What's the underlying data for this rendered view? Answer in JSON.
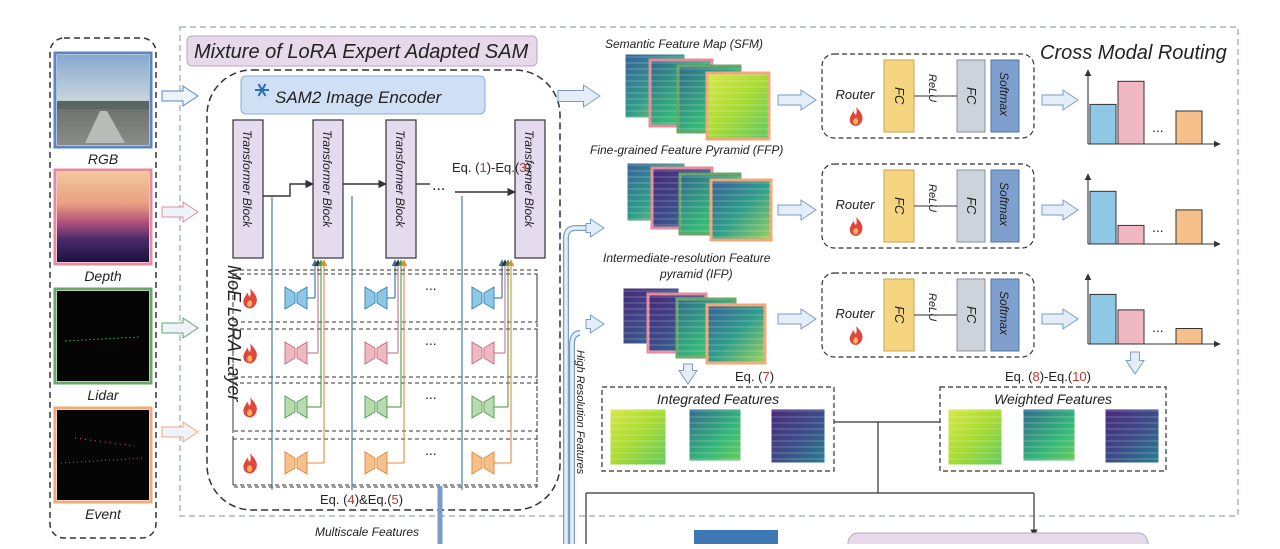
{
  "title": "Mixture of LoRA Expert Adapted SAM",
  "routing_title": "Cross Modal Routing",
  "encoder_label": "SAM2 Image Encoder",
  "moe_layer_label": "MoE LoRA Layer",
  "block_label": "Transformer Block",
  "dots": "...",
  "eq_encoder": {
    "pre": "Eq. (",
    "n1": "1",
    "mid": ")-Eq.(",
    "n2": "3",
    "post": ")"
  },
  "eq_lora": {
    "pre": "Eq. (",
    "n1": "4",
    "mid": ")&Eq.(",
    "n2": "5",
    "post": ")"
  },
  "eq_integrated": {
    "pre": "Eq. (",
    "n1": "7",
    "post": ")"
  },
  "eq_weighted": {
    "pre": "Eq. (",
    "n1": "8",
    "mid": ")-Eq.(",
    "n2": "10",
    "post": ")"
  },
  "modalities": [
    {
      "label": "RGB",
      "color": "#5b85c4"
    },
    {
      "label": "Depth",
      "color": "#e48c9d"
    },
    {
      "label": "Lidar",
      "color": "#6aa66a"
    },
    {
      "label": "Event",
      "color": "#f0a878"
    }
  ],
  "features": {
    "sfm": "Semantic Feature Map (SFM)",
    "ffp": "Fine-grained Feature Pyramid (FFP)",
    "ifp_line1": "Intermediate-resolution Feature",
    "ifp_line2": "pyramid (IFP)"
  },
  "router": {
    "label": "Router",
    "fc": "FC",
    "relu": "ReLU",
    "softmax": "Softmax"
  },
  "integrated_features": "Integrated Features",
  "weighted_features": "Weighted Features",
  "high_res_features": "High Resolution Features",
  "multiscale_features": "Multiscale Features",
  "routing_weights": [
    [
      0.6,
      0.95,
      0.5
    ],
    [
      0.85,
      0.3,
      0.55
    ],
    [
      0.8,
      0.55,
      0.25
    ]
  ],
  "colors": {
    "rgb": "#5b85c4",
    "depth": "#e48c9d",
    "lidar": "#6aa66a",
    "event": "#f0a878",
    "title_bg": "#e6d9ea",
    "encoder_bg": "#cfe0f5",
    "block_bg": "#e4dbef",
    "fc_yellow": "#f5d57f",
    "fc_gray": "#cdd2db",
    "softmax_blue": "#7f9fcf",
    "arrow_fill": "#e3eef9",
    "eq_red": "#c0392b",
    "lora_blue": "#8fc8e6",
    "lora_pink": "#f0b8c2",
    "lora_green": "#b9dbb0",
    "lora_orange": "#f7c08b"
  }
}
